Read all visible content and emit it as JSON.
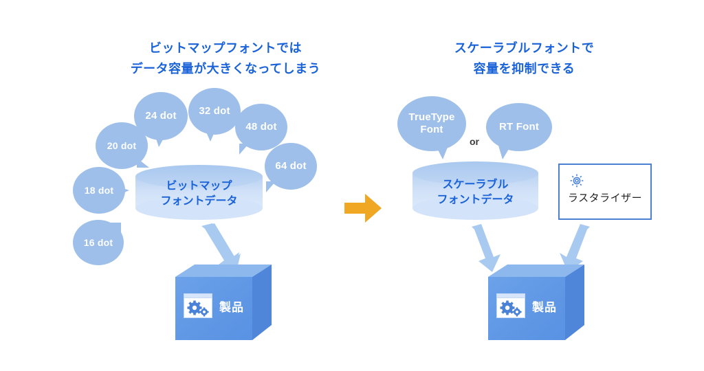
{
  "left": {
    "title_line1": "ビットマップフォントでは",
    "title_line2": "データ容量が大きくなってしまう",
    "bubbles": [
      {
        "label": "16 dot"
      },
      {
        "label": "18 dot"
      },
      {
        "label": "20 dot"
      },
      {
        "label": "24 dot"
      },
      {
        "label": "32 dot"
      },
      {
        "label": "48 dot"
      },
      {
        "label": "64 dot"
      }
    ],
    "cylinder": {
      "line1": "ビットマップ",
      "line2": "フォントデータ"
    },
    "product": {
      "label": "製品",
      "icon": "gears-window-icon"
    }
  },
  "right": {
    "title_line1": "スケーラブルフォントで",
    "title_line2": "容量を抑制できる",
    "bubbles": [
      {
        "label_line1": "TrueType",
        "label_line2": "Font"
      },
      {
        "label_line1": "RT Font",
        "label_line2": ""
      }
    ],
    "connector": "or",
    "cylinder": {
      "line1": "スケーラブル",
      "line2": "フォントデータ"
    },
    "rasterizer": {
      "label": "ラスタライザー",
      "icon": "gear-icon"
    },
    "product": {
      "label": "製品",
      "icon": "gears-window-icon"
    }
  },
  "center": {
    "transform_arrow": "right-arrow-icon"
  },
  "colors": {
    "title_blue": "#1a62d8",
    "bubble_blue": "#9dbfe9",
    "cylinder_blue": "#c6dbf6",
    "arrow_blue": "#a9caf0",
    "box_blue": "#5f97e4",
    "accent_orange": "#f0a723",
    "border_blue": "#4a7fd4"
  }
}
